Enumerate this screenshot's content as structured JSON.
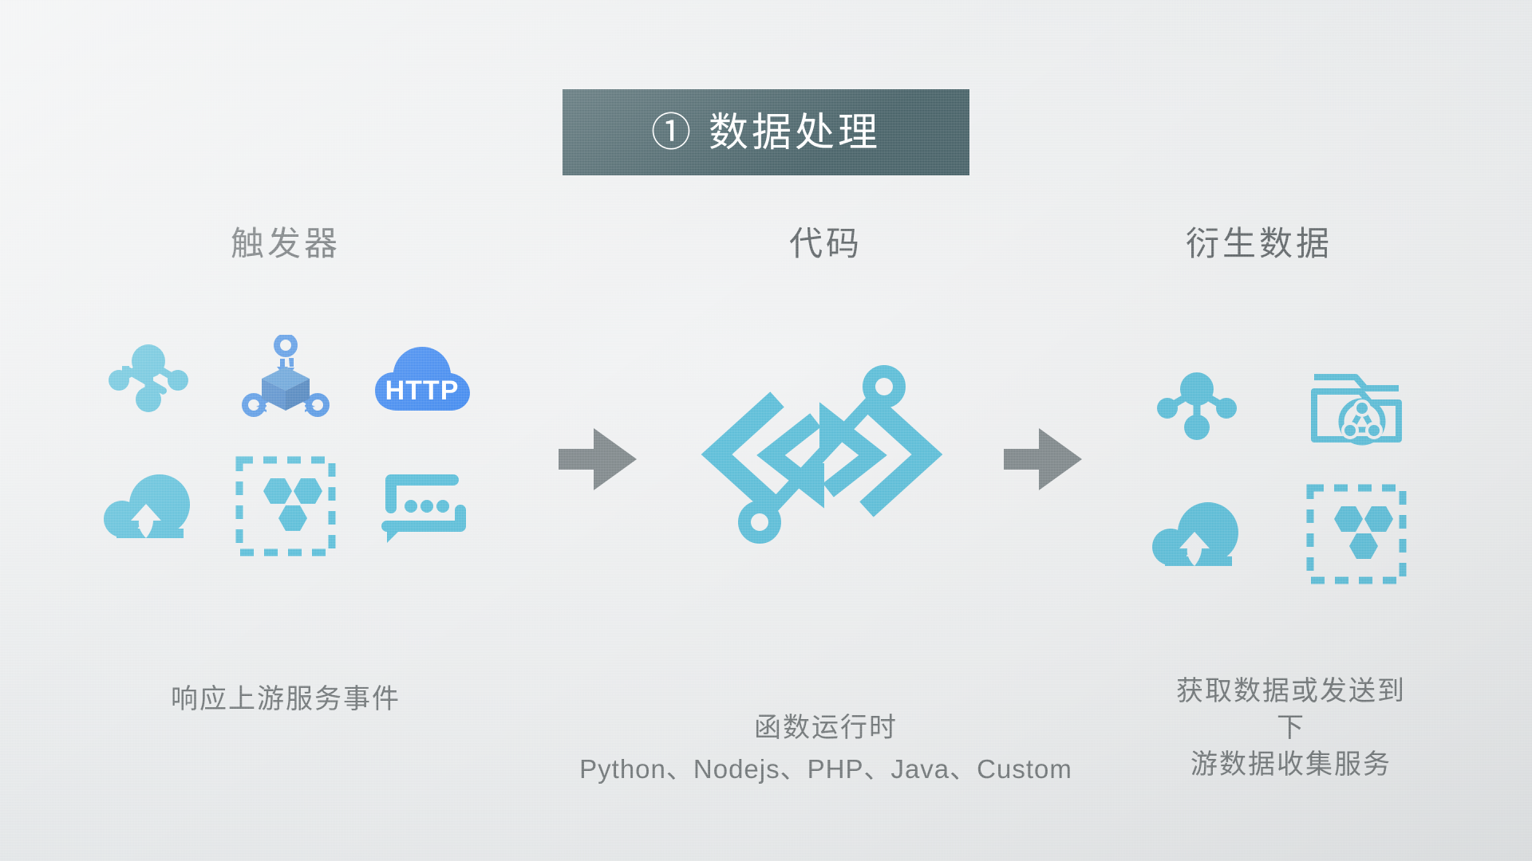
{
  "slide": {
    "title": "① 数据处理",
    "background_color": "#e9ebec",
    "banner_color": "#3e5a60",
    "accent_color": "#55bcd8",
    "accent_blue": "#4a90e2",
    "arrow_color": "#7b8487",
    "heading_color": "#5b6164",
    "caption_color": "#6b7173"
  },
  "columns": [
    {
      "id": "trigger",
      "heading": "触发器",
      "caption": "响应上游服务事件",
      "icons": [
        {
          "name": "hub-nodes-icon",
          "label": "消息服务"
        },
        {
          "name": "object-cube-icon",
          "label": "对象存储"
        },
        {
          "name": "http-cloud-icon",
          "label": "HTTP",
          "text": "HTTP"
        },
        {
          "name": "cloud-upload-icon",
          "label": "云上传"
        },
        {
          "name": "hexagon-cluster-icon",
          "label": "容器集群"
        },
        {
          "name": "chat-dots-icon",
          "label": "消息通知"
        }
      ]
    },
    {
      "id": "code",
      "heading": "代码",
      "caption": "函数运行时",
      "caption_sub": "Python、Nodejs、PHP、Java、Custom",
      "logo": {
        "name": "function-compute-logo",
        "label": "函数计算"
      }
    },
    {
      "id": "derived",
      "heading": "衍生数据",
      "caption": "获取数据或发送到下\n游数据收集服务",
      "icons": [
        {
          "name": "hub-nodes-icon",
          "label": "消息服务"
        },
        {
          "name": "folder-share-icon",
          "label": "文件存储"
        },
        {
          "name": "cloud-upload-icon",
          "label": "云上传"
        },
        {
          "name": "hexagon-cluster-icon",
          "label": "容器集群"
        }
      ]
    }
  ],
  "arrows": [
    {
      "name": "flow-arrow-1",
      "direction": "right"
    },
    {
      "name": "flow-arrow-2",
      "direction": "right"
    }
  ]
}
